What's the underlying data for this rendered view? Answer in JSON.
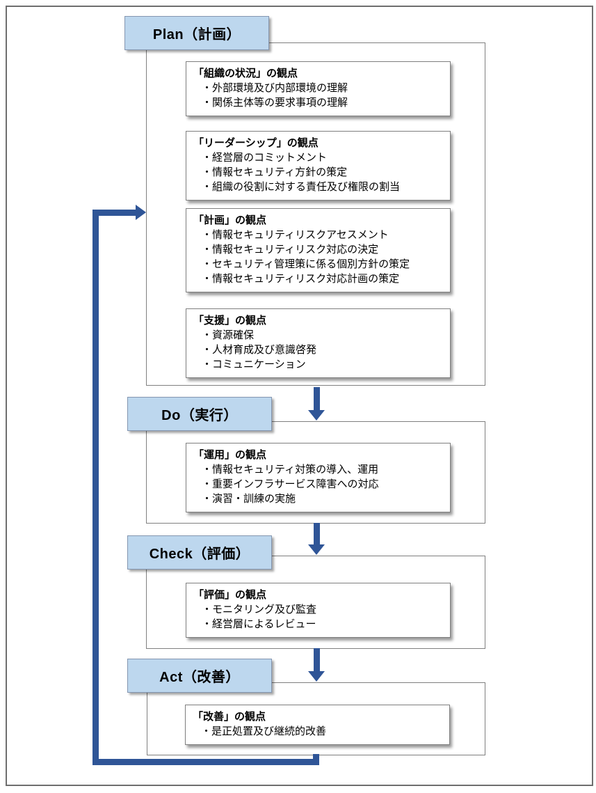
{
  "colors": {
    "header_fill": "#bdd7ee",
    "header_border": "#8496b0",
    "arrow_blue": "#2f5597",
    "box_border": "#7f7f7f",
    "outer_border": "#6e6e6e"
  },
  "sections": [
    {
      "id": "plan",
      "header": "Plan（計画）",
      "boxes": [
        {
          "title": "「組織の状況」の観点",
          "items": [
            "・外部環境及び内部環境の理解",
            "・関係主体等の要求事項の理解"
          ]
        },
        {
          "title": "「リーダーシップ」の観点",
          "items": [
            "・経営層のコミットメント",
            "・情報セキュリティ方針の策定",
            "・組織の役割に対する責任及び権限の割当"
          ]
        },
        {
          "title": "「計画」の観点",
          "items": [
            "・情報セキュリティリスクアセスメント",
            "・情報セキュリティリスク対応の決定",
            "・セキュリティ管理策に係る個別方針の策定",
            "・情報セキュリティリスク対応計画の策定"
          ]
        },
        {
          "title": "「支援」の観点",
          "items": [
            "・資源確保",
            "・人材育成及び意識啓発",
            "・コミュニケーション"
          ]
        }
      ]
    },
    {
      "id": "do",
      "header": "Do（実行）",
      "boxes": [
        {
          "title": "「運用」の観点",
          "items": [
            "・情報セキュリティ対策の導入、運用",
            "・重要インフラサービス障害への対応",
            "・演習・訓練の実施"
          ]
        }
      ]
    },
    {
      "id": "check",
      "header": "Check（評価）",
      "boxes": [
        {
          "title": "「評価」の観点",
          "items": [
            "・モニタリング及び監査",
            "・経営層によるレビュー"
          ]
        }
      ]
    },
    {
      "id": "act",
      "header": "Act（改善）",
      "boxes": [
        {
          "title": "「改善」の観点",
          "items": [
            "・是正処置及び継続的改善"
          ]
        }
      ]
    }
  ]
}
